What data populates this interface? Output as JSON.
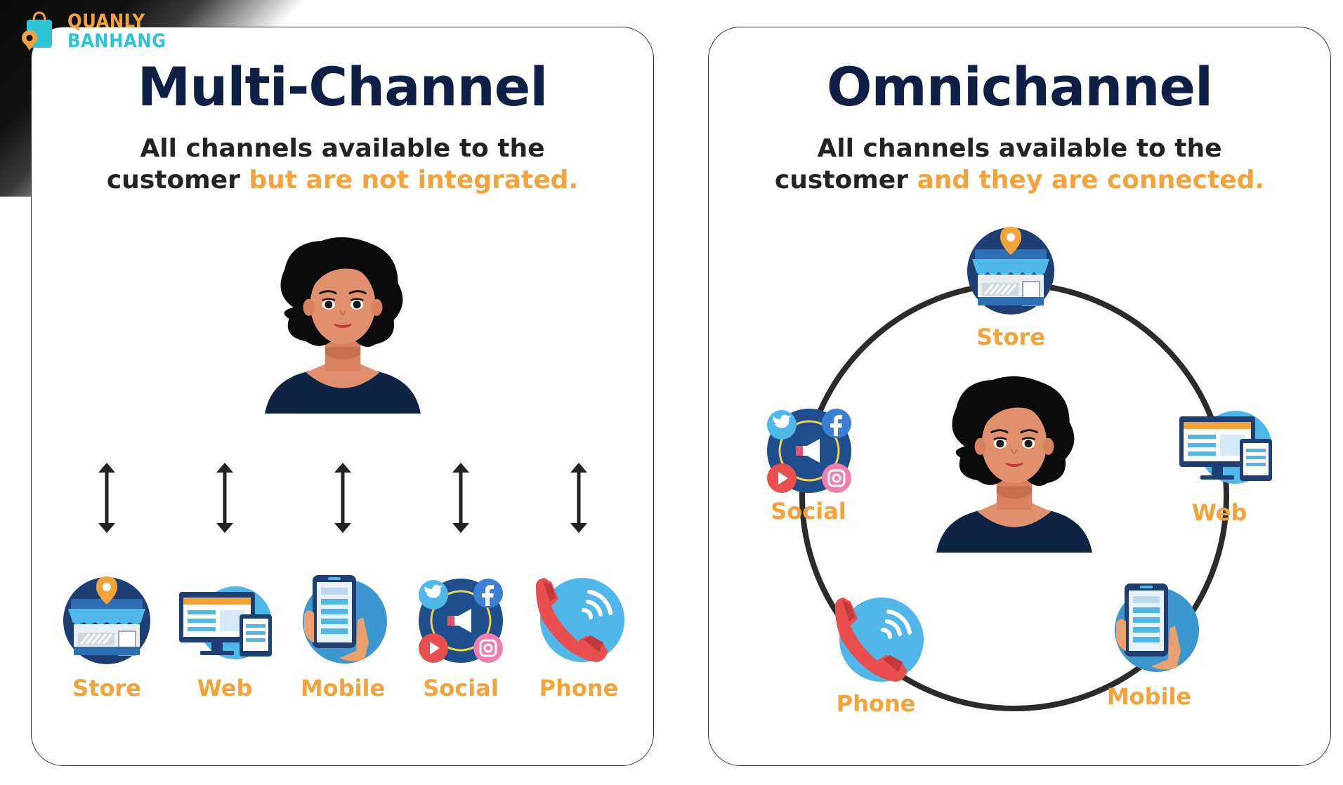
{
  "logo": {
    "line1": "QUANLY",
    "line2": "BANHANG"
  },
  "left": {
    "title": "Multi-Channel",
    "subtitle_line1": "All channels available to the",
    "subtitle_plain": "customer ",
    "subtitle_highlight": "but are not integrated.",
    "channels": [
      "Store",
      "Web",
      "Mobile",
      "Social",
      "Phone"
    ]
  },
  "right": {
    "title": "Omnichannel",
    "subtitle_line1": "All channels available to the",
    "subtitle_plain": "customer ",
    "subtitle_highlight": "and they are connected.",
    "channels": {
      "store": "Store",
      "web": "Web",
      "mobile": "Mobile",
      "phone": "Phone",
      "social": "Social"
    }
  },
  "colors": {
    "accent": "#f4a33a",
    "title": "#0f1f45",
    "icon_blue": "#4fb8e8",
    "navy": "#1e3f73"
  }
}
